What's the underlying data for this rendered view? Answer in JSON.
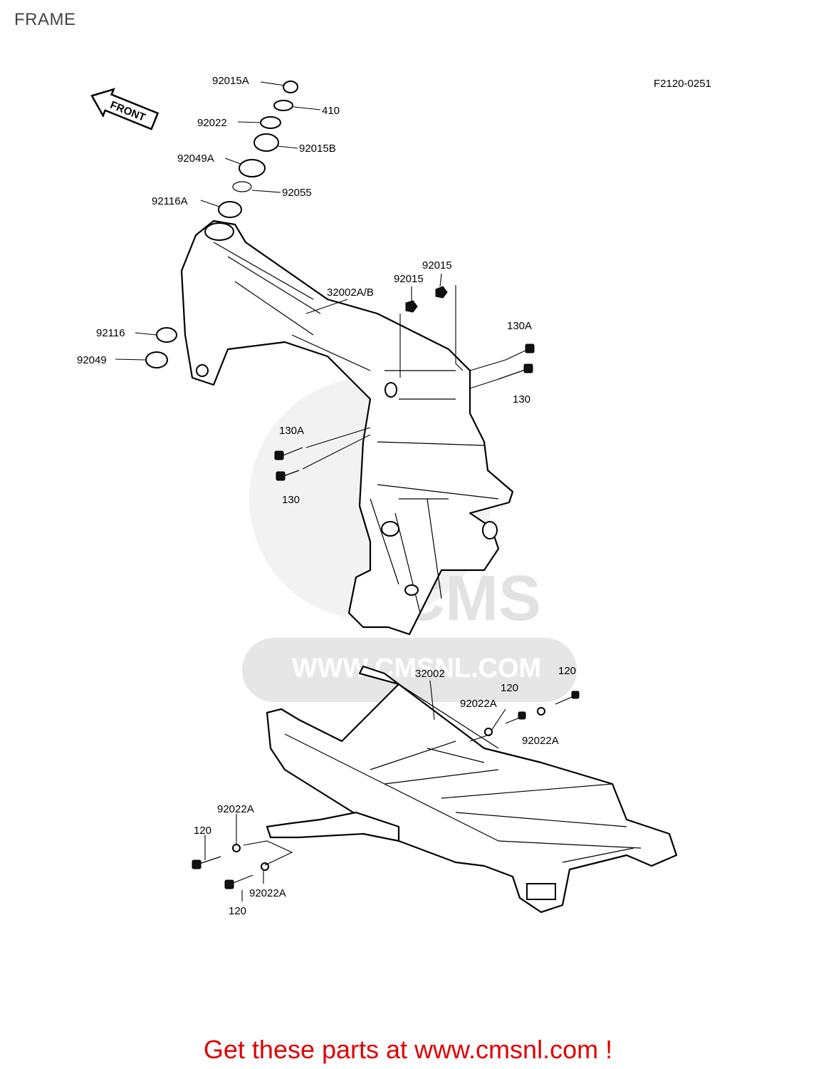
{
  "page_title": "FRAME",
  "diagram_code": "F2120-0251",
  "direction_arrow": "FRONT",
  "watermark": {
    "logo_text": "CMS",
    "url_text": "WWW.CMSNL.COM"
  },
  "part_labels": {
    "p92015A": "92015A",
    "p410": "410",
    "p92022": "92022",
    "p92015B": "92015B",
    "p92049A": "92049A",
    "p92055": "92055",
    "p92116A": "92116A",
    "p92015_a": "92015",
    "p92015_b": "92015",
    "p32002AB": "32002A/B",
    "p130A_right": "130A",
    "p130_right": "130",
    "p92116": "92116",
    "p92049": "92049",
    "p130A_left": "130A",
    "p130_left": "130",
    "p32002": "32002",
    "p120_a": "120",
    "p120_b": "120",
    "p92022A_a": "92022A",
    "p92022A_b": "92022A",
    "p92022A_c": "92022A",
    "p120_c": "120",
    "p120_d": "120",
    "p92022A_d": "92022A"
  },
  "footer_link": "Get these parts at www.cmsnl.com !"
}
